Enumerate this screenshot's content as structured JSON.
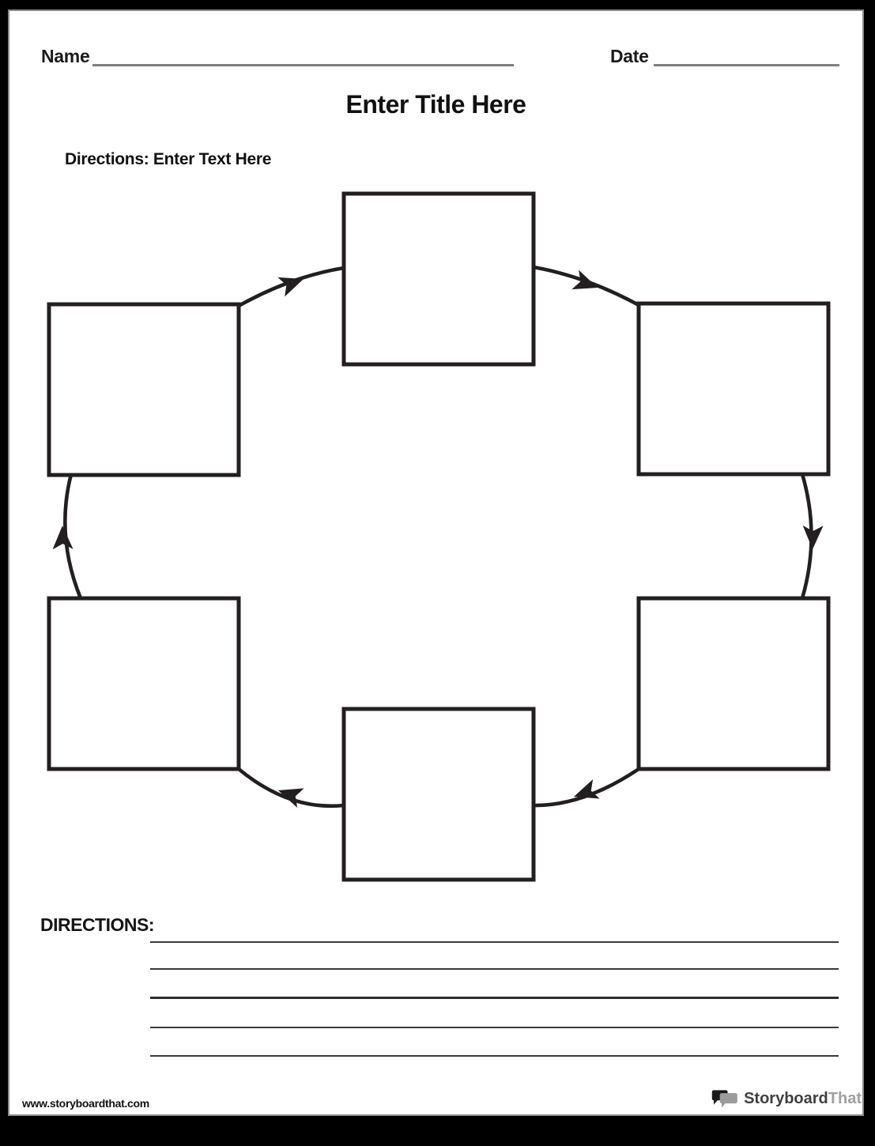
{
  "header": {
    "name_label": "Name",
    "date_label": "Date"
  },
  "title": "Enter Title Here",
  "directions_inline": "Directions: Enter Text Here",
  "diagram": {
    "type": "cycle",
    "direction": "clockwise",
    "box_count": 6,
    "boxes": [
      {
        "id": "top",
        "value": ""
      },
      {
        "id": "top-right",
        "value": ""
      },
      {
        "id": "bottom-right",
        "value": ""
      },
      {
        "id": "bottom",
        "value": ""
      },
      {
        "id": "bottom-left",
        "value": ""
      },
      {
        "id": "top-left",
        "value": ""
      }
    ],
    "flow": [
      "top-left",
      "top",
      "top-right",
      "bottom-right",
      "bottom",
      "bottom-left",
      "top-left"
    ]
  },
  "footer_section": {
    "label": "DIRECTIONS:",
    "line_count": 5
  },
  "branding": {
    "url": "www.storyboardthat.com",
    "logo_primary": "Storyboard",
    "logo_secondary": "That"
  },
  "colors": {
    "ink": "#231f20",
    "field_line": "#7f7f7f",
    "writing_line": "#3a3a3a",
    "logo_secondary_text": "#a0a0a0",
    "page_background": "#ffffff",
    "outer_background": "#000000"
  }
}
